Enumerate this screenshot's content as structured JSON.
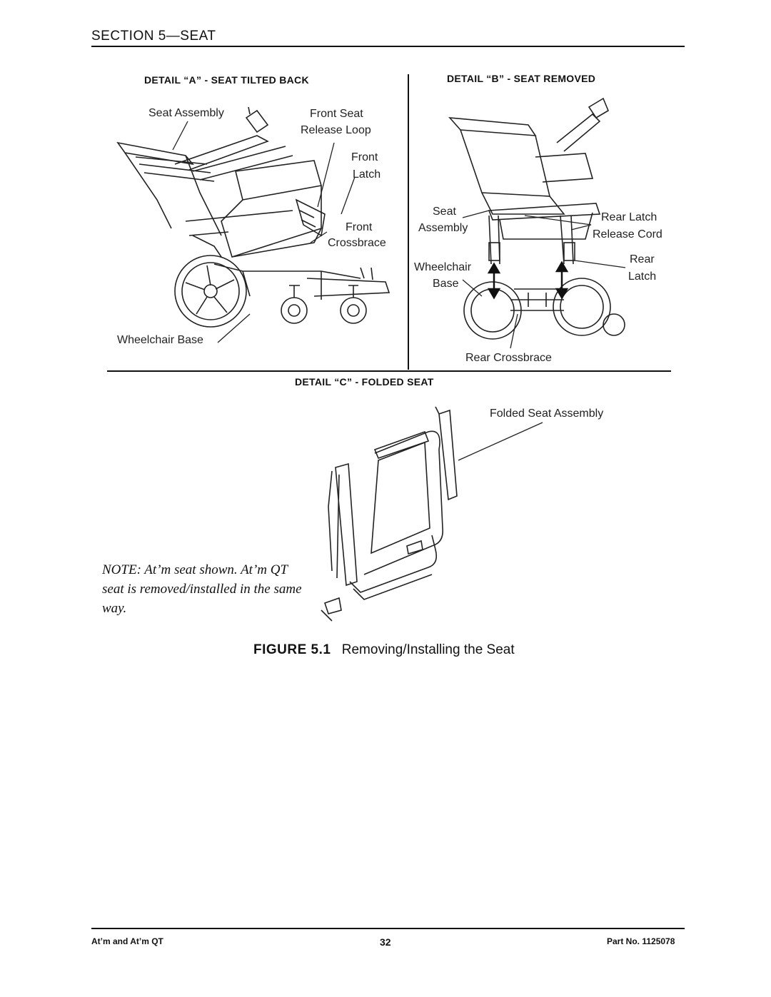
{
  "header": {
    "section": "SECTION 5—SEAT"
  },
  "detail_a": {
    "title": "DETAIL “A” - SEAT TILTED BACK",
    "labels": {
      "seat_assembly": "Seat Assembly",
      "front_seat_release_loop_1": "Front Seat",
      "front_seat_release_loop_2": "Release Loop",
      "front_latch_1": "Front",
      "front_latch_2": "Latch",
      "front_crossbrace_1": "Front",
      "front_crossbrace_2": "Crossbrace",
      "wheelchair_base": "Wheelchair Base"
    }
  },
  "detail_b": {
    "title": "DETAIL “B” - SEAT REMOVED",
    "labels": {
      "seat_assembly_1": "Seat",
      "seat_assembly_2": "Assembly",
      "rear_latch_release_cord_1": "Rear Latch",
      "rear_latch_release_cord_2": "Release Cord",
      "rear_latch_1": "Rear",
      "rear_latch_2": "Latch",
      "wheelchair_base_1": "Wheelchair",
      "wheelchair_base_2": "Base",
      "rear_crossbrace": "Rear Crossbrace"
    }
  },
  "detail_c": {
    "title": "DETAIL “C” - FOLDED SEAT",
    "labels": {
      "folded_seat_assembly": "Folded Seat Assembly"
    }
  },
  "note": "NOTE: At’m seat shown. At’m QT seat is removed/installed in the same way.",
  "figure": {
    "number": "FIGURE 5.1",
    "caption": "Removing/Installing the Seat"
  },
  "footer": {
    "left": "At’m and At’m QT",
    "page": "32",
    "right": "Part No. 1125078"
  }
}
